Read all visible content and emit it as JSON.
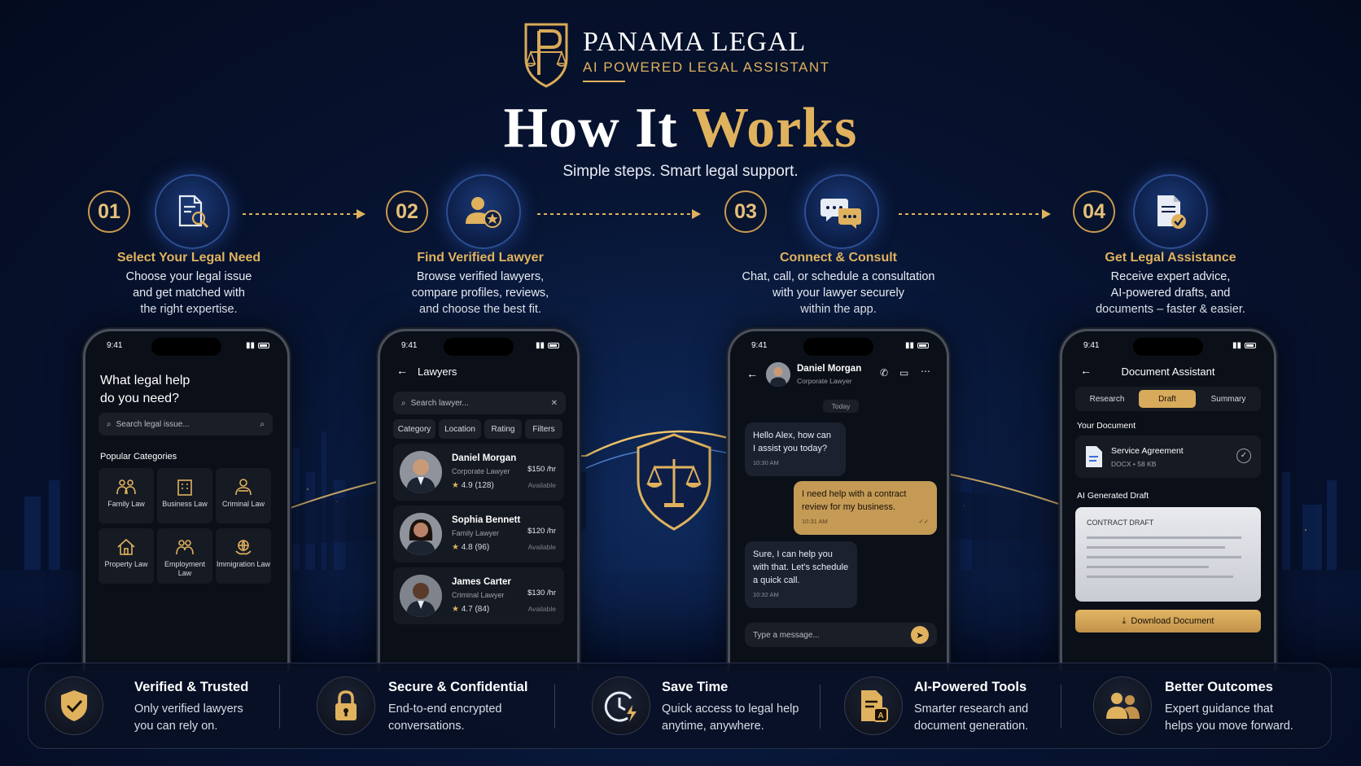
{
  "brand": {
    "name": "PANAMA LEGAL",
    "tagline": "AI POWERED LEGAL ASSISTANT"
  },
  "title": {
    "part1": "How It ",
    "part2": "Works"
  },
  "subtitle": "Simple steps. Smart legal support.",
  "colors": {
    "gold": "#e0b25e",
    "navy": "#071432"
  },
  "steps": [
    {
      "num": "01",
      "icon": "document-search-icon",
      "title": "Select Your Legal Need",
      "lines": [
        "Choose your legal issue",
        "and get matched with",
        "the right expertise."
      ]
    },
    {
      "num": "02",
      "icon": "verified-lawyer-icon",
      "title": "Find Verified Lawyer",
      "lines": [
        "Browse verified lawyers,",
        "compare profiles, reviews,",
        "and choose the best fit."
      ]
    },
    {
      "num": "03",
      "icon": "chat-bubbles-icon",
      "title": "Connect & Consult",
      "lines": [
        "Chat, call, or schedule a consultation",
        "with your lawyer securely",
        "within the app."
      ]
    },
    {
      "num": "04",
      "icon": "document-check-icon",
      "title": "Get Legal Assistance",
      "lines": [
        "Receive expert advice,",
        "AI-powered drafts, and",
        "documents – faster & easier."
      ]
    }
  ],
  "time": "9:41",
  "phone1": {
    "heading1": "What legal help",
    "heading2": "do you need?",
    "search_placeholder": "Search legal issue...",
    "section": "Popular Categories",
    "categories": [
      {
        "label": "Family Law",
        "icon": "family-icon"
      },
      {
        "label": "Business Law",
        "icon": "building-icon"
      },
      {
        "label": "Criminal Law",
        "icon": "criminal-icon"
      },
      {
        "label": "Property Law",
        "icon": "house-icon"
      },
      {
        "label": "Employment Law",
        "icon": "employees-icon"
      },
      {
        "label": "Immigration Law",
        "icon": "globe-hands-icon"
      }
    ]
  },
  "phone2": {
    "title": "Lawyers",
    "search_placeholder": "Search lawyer...",
    "filters": [
      "Category",
      "Location",
      "Rating",
      "Filters"
    ],
    "lawyers": [
      {
        "name": "Daniel Morgan",
        "role": "Corporate Lawyer",
        "rating": "4.9",
        "reviews": "(128)",
        "price": "$150 /hr",
        "status": "Available"
      },
      {
        "name": "Sophia Bennett",
        "role": "Family Lawyer",
        "rating": "4.8",
        "reviews": "(96)",
        "price": "$120 /hr",
        "status": "Available"
      },
      {
        "name": "James Carter",
        "role": "Criminal Lawyer",
        "rating": "4.7",
        "reviews": "(84)",
        "price": "$130 /hr",
        "status": "Available"
      }
    ]
  },
  "phone3": {
    "contact_name": "Daniel Morgan",
    "contact_role": "Corporate Lawyer",
    "day": "Today",
    "messages": [
      {
        "from": "lawyer",
        "line1": "Hello Alex, how can",
        "line2": "I assist you today?",
        "time": "10:30 AM"
      },
      {
        "from": "user",
        "line1": "I need help with a contract",
        "line2": "review for my business.",
        "time": "10:31 AM"
      },
      {
        "from": "lawyer",
        "line1": "Sure, I can help you",
        "line2": "with that. Let's schedule",
        "line3": "a quick call.",
        "time": "10:32 AM"
      }
    ],
    "input_placeholder": "Type a message..."
  },
  "phone4": {
    "title": "Document Assistant",
    "tabs": [
      "Research",
      "Draft",
      "Summary"
    ],
    "section1": "Your Document",
    "doc_name": "Service Agreement",
    "doc_meta": "DOCX • 58 KB",
    "section2": "AI Generated Draft",
    "draft_title": "CONTRACT DRAFT",
    "download": "Download Document"
  },
  "features": [
    {
      "icon": "shield-check-icon",
      "title": "Verified & Trusted",
      "lines": [
        "Only verified lawyers",
        "you can rely on."
      ]
    },
    {
      "icon": "lock-icon",
      "title": "Secure & Confidential",
      "lines": [
        "End-to-end encrypted",
        "conversations."
      ]
    },
    {
      "icon": "clock-bolt-icon",
      "title": "Save Time",
      "lines": [
        "Quick access to legal help",
        "anytime, anywhere."
      ]
    },
    {
      "icon": "ai-document-icon",
      "title": "AI-Powered Tools",
      "lines": [
        "Smarter research and",
        "document generation."
      ]
    },
    {
      "icon": "people-icon",
      "title": "Better Outcomes",
      "lines": [
        "Expert guidance that",
        "helps you move forward."
      ]
    }
  ]
}
